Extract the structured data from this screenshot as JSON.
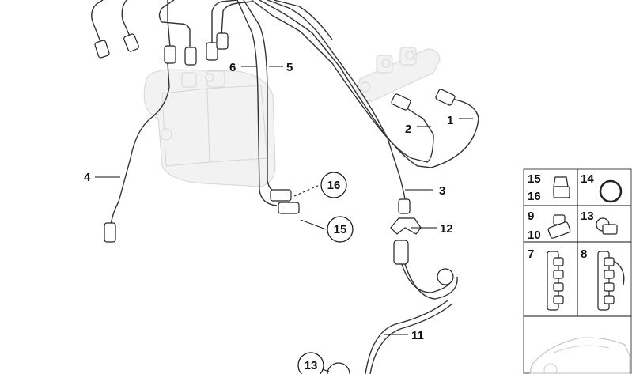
{
  "callouts": {
    "c1": "1",
    "c2": "2",
    "c3": "3",
    "c4": "4",
    "c5": "5",
    "c6": "6",
    "c11": "11",
    "c12": "12",
    "c13": "13",
    "c15": "15",
    "c16": "16"
  },
  "inset_labels": {
    "p15": "15",
    "p16": "16",
    "p14": "14",
    "p9": "9",
    "p10": "10",
    "p13": "13",
    "p7": "7",
    "p8": "8"
  }
}
